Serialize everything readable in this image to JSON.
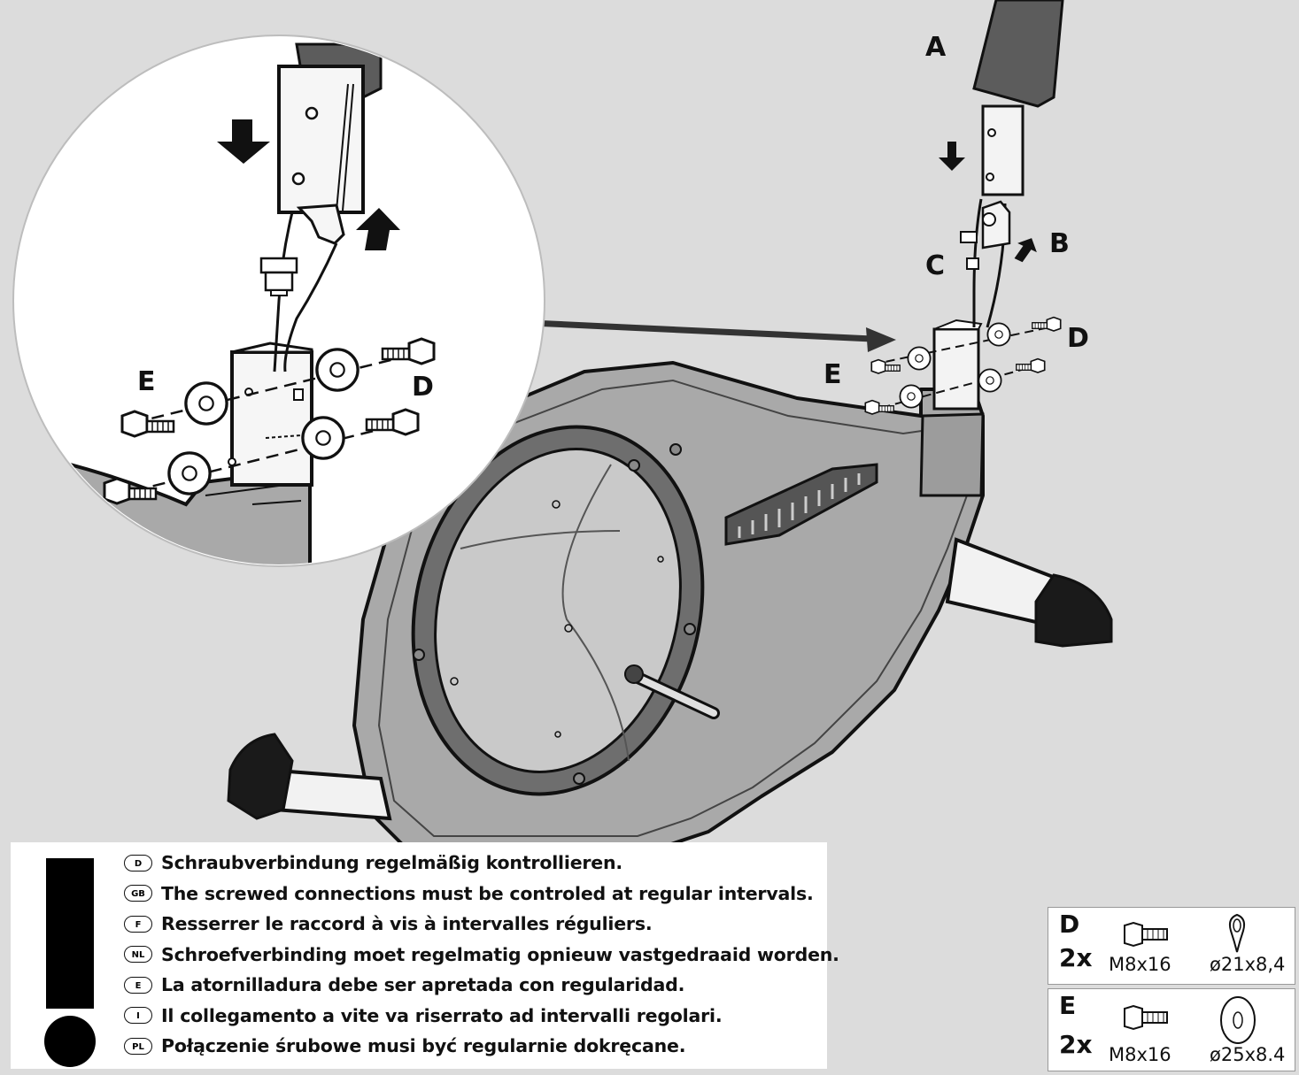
{
  "callouts": {
    "a": "A",
    "b": "B",
    "c": "C",
    "d_main": "D",
    "e_main": "E",
    "d_zoom": "D",
    "e_zoom": "E"
  },
  "notes": [
    {
      "lang": "D",
      "text": "Schraubverbindung regelmäßig kontrollieren."
    },
    {
      "lang": "GB",
      "text": "The screwed connections must be controled at regular intervals."
    },
    {
      "lang": "F",
      "text": "Resserrer le raccord à vis à intervalles réguliers."
    },
    {
      "lang": "NL",
      "text": "Schroefverbinding moet regelmatig opnieuw vastgedraaid worden."
    },
    {
      "lang": "E",
      "text": "La atornilladura debe ser apretada con regularidad."
    },
    {
      "lang": "I",
      "text": "Il collegamento a vite va riserrato ad intervalli regolari."
    },
    {
      "lang": "PL",
      "text": "Połączenie śrubowe musi być regularnie dokręcane."
    }
  ],
  "hardware": [
    {
      "letter": "D",
      "qty": "2x",
      "bolt": "M8x16",
      "washer": "ø21x8,4",
      "washer_icon": "spring-washer-icon"
    },
    {
      "letter": "E",
      "qty": "2x",
      "bolt": "M8x16",
      "washer": "ø25x8.4",
      "washer_icon": "flat-washer-icon"
    }
  ]
}
